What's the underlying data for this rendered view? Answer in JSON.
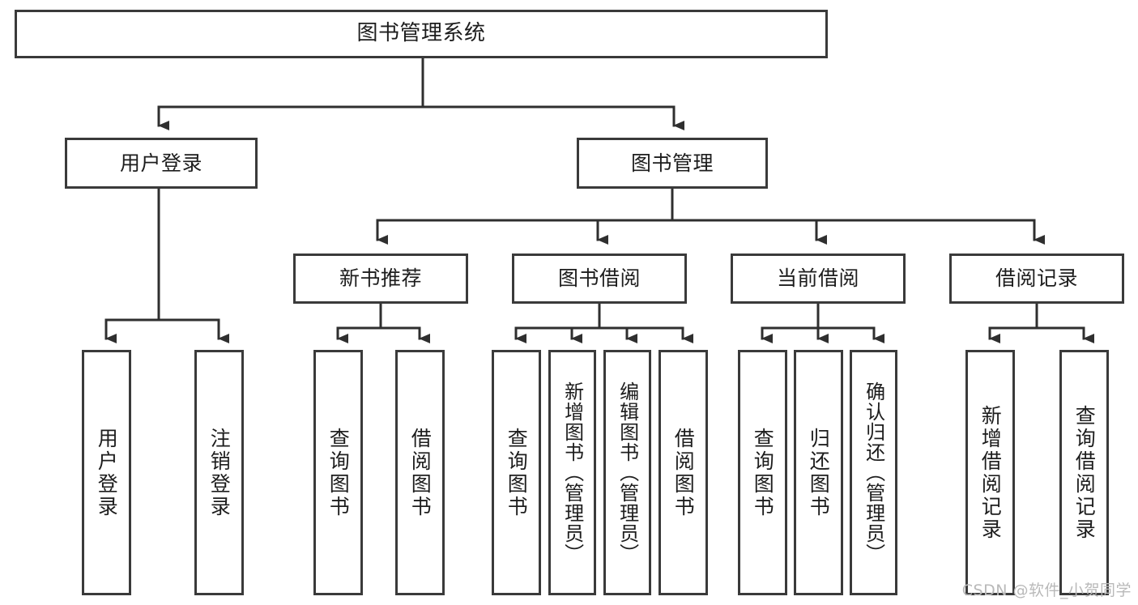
{
  "diagram": {
    "title": "图书管理系统",
    "type": "tree-hierarchy",
    "watermark": "CSDN @软件_小贺同学",
    "colors": {
      "background": "#ffffff",
      "box_border": "#3a3a3a",
      "box_fill": "#ffffff",
      "text": "#1d1d1d",
      "connector": "#2f2f2f",
      "watermark": "#b9b9b9"
    }
  },
  "nodes": {
    "root": {
      "label": "图书管理系统"
    },
    "level2": [
      {
        "id": "user-login",
        "label": "用户登录"
      },
      {
        "id": "book-management",
        "label": "图书管理"
      }
    ],
    "level3": [
      {
        "id": "new-book-recommend",
        "label": "新书推荐"
      },
      {
        "id": "book-borrow",
        "label": "图书借阅"
      },
      {
        "id": "current-borrow",
        "label": "当前借阅"
      },
      {
        "id": "borrow-record",
        "label": "借阅记录"
      }
    ],
    "leaves": {
      "user-login": [
        {
          "id": "leaf-user-login",
          "label": "用户登录"
        },
        {
          "id": "leaf-logout-login",
          "label": "注销登录"
        }
      ],
      "new-book-recommend": [
        {
          "id": "leaf-query-book-1",
          "label": "查询图书"
        },
        {
          "id": "leaf-borrow-book-1",
          "label": "借阅图书"
        }
      ],
      "book-borrow": [
        {
          "id": "leaf-query-book-2",
          "label": "查询图书"
        },
        {
          "id": "leaf-add-book",
          "label": "新增图书（管理员）"
        },
        {
          "id": "leaf-edit-book",
          "label": "编辑图书（管理员）"
        },
        {
          "id": "leaf-borrow-book-2",
          "label": "借阅图书"
        }
      ],
      "current-borrow": [
        {
          "id": "leaf-query-book-3",
          "label": "查询图书"
        },
        {
          "id": "leaf-return-book",
          "label": "归还图书"
        },
        {
          "id": "leaf-confirm-return",
          "label": "确认归还（管理员）"
        }
      ],
      "borrow-record": [
        {
          "id": "leaf-add-record",
          "label": "新增借阅记录"
        },
        {
          "id": "leaf-query-record",
          "label": "查询借阅记录"
        }
      ]
    }
  }
}
